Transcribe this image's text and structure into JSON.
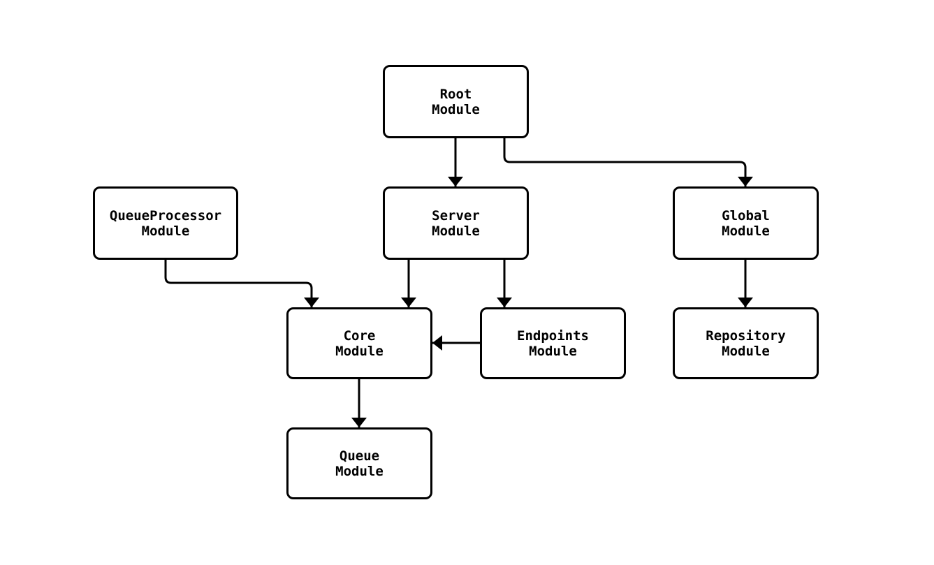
{
  "diagram": {
    "type": "module-dependency-graph",
    "background_color": "#ffffff",
    "stroke_color": "#000000",
    "nodes": {
      "root": {
        "label": "Root\nModule"
      },
      "queue_processor": {
        "label": "QueueProcessor\nModule"
      },
      "server": {
        "label": "Server\nModule"
      },
      "global": {
        "label": "Global\nModule"
      },
      "core": {
        "label": "Core\nModule"
      },
      "endpoints": {
        "label": "Endpoints\nModule"
      },
      "repository": {
        "label": "Repository\nModule"
      },
      "queue": {
        "label": "Queue\nModule"
      }
    },
    "edges": [
      {
        "from": "Root Module",
        "to": "Server Module"
      },
      {
        "from": "Root Module",
        "to": "Global Module"
      },
      {
        "from": "QueueProcessor Module",
        "to": "Core Module"
      },
      {
        "from": "Server Module",
        "to": "Core Module"
      },
      {
        "from": "Server Module",
        "to": "Endpoints Module"
      },
      {
        "from": "Endpoints Module",
        "to": "Core Module"
      },
      {
        "from": "Core Module",
        "to": "Queue Module"
      },
      {
        "from": "Global Module",
        "to": "Repository Module"
      }
    ]
  }
}
